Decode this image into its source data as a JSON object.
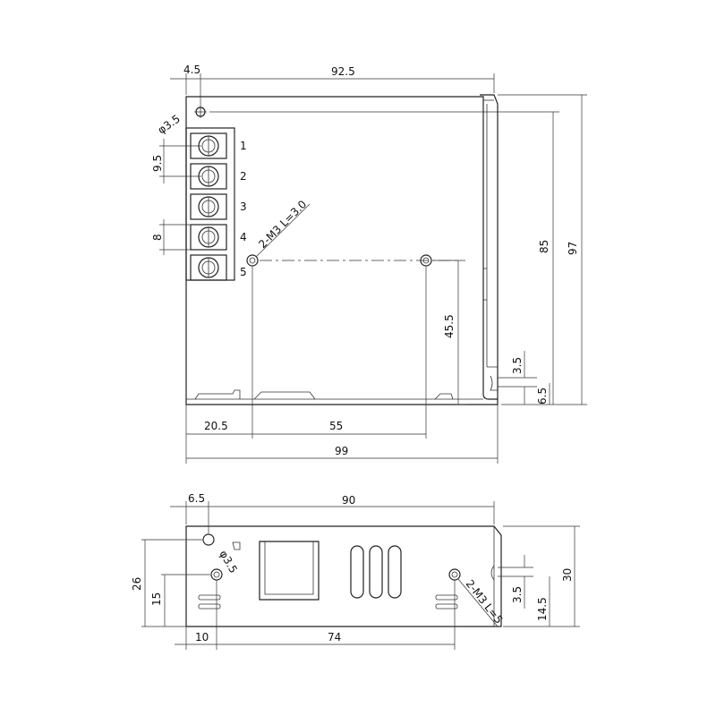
{
  "top_view": {
    "dims": {
      "offset_left": "4.5",
      "width_top": "92.5",
      "mount_hole": "φ3.5",
      "pitch_terminal": "9.5",
      "pitch_terminal_small": "8",
      "thread_spec": "2-M3 L=3.0",
      "height_inner": "85",
      "height_total": "97",
      "hole_spacing_v": "45.5",
      "edge_small_1": "3.5",
      "edge_small_2": "6.5",
      "offset_bottom": "20.5",
      "hole_spacing_h": "55",
      "width_total": "99"
    },
    "terminals": [
      "1",
      "2",
      "3",
      "4",
      "5"
    ]
  },
  "side_view": {
    "dims": {
      "offset_left": "6.5",
      "width_top": "90",
      "mount_hole": "φ3.5",
      "height_26": "26",
      "height_15": "15",
      "offset_bottom": "10",
      "hole_spacing_h": "74",
      "thread_spec": "2-M3 L=5",
      "edge_small": "3.5",
      "height_14_5": "14.5",
      "height_total": "30"
    }
  }
}
